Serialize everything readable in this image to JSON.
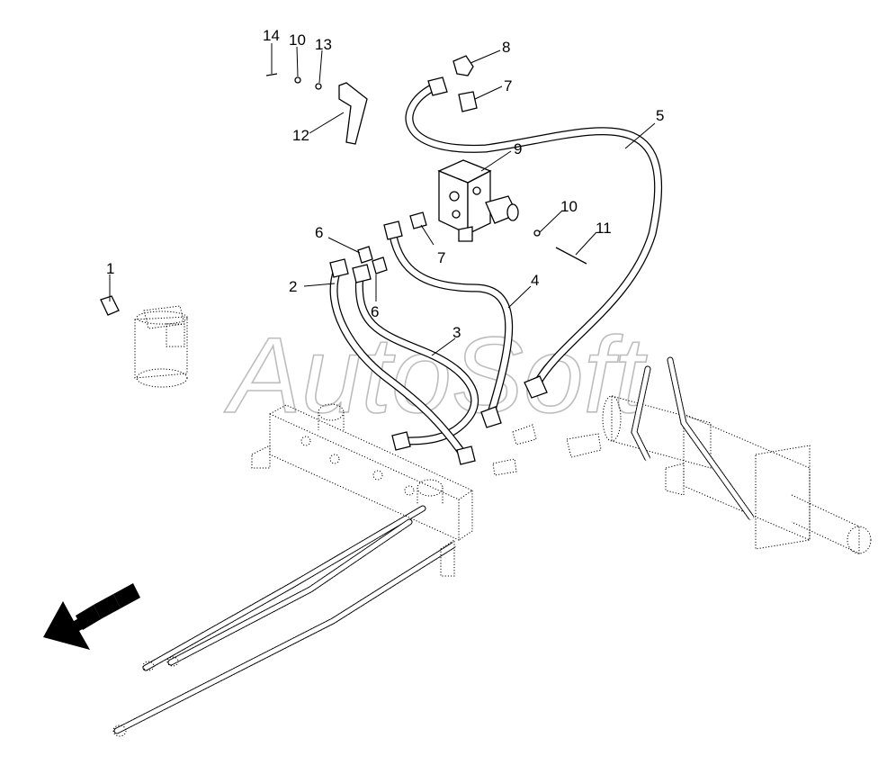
{
  "watermark": "AutoSoft",
  "callouts": [
    {
      "id": "1",
      "text": "1"
    },
    {
      "id": "2",
      "text": "2"
    },
    {
      "id": "3",
      "text": "3"
    },
    {
      "id": "4",
      "text": "4"
    },
    {
      "id": "5",
      "text": "5"
    },
    {
      "id": "6a",
      "text": "6"
    },
    {
      "id": "6b",
      "text": "6"
    },
    {
      "id": "7a",
      "text": "7"
    },
    {
      "id": "7b",
      "text": "7"
    },
    {
      "id": "8",
      "text": "8"
    },
    {
      "id": "9",
      "text": "9"
    },
    {
      "id": "10a",
      "text": "10"
    },
    {
      "id": "10b",
      "text": "10"
    },
    {
      "id": "11",
      "text": "11"
    },
    {
      "id": "12",
      "text": "12"
    },
    {
      "id": "13",
      "text": "13"
    },
    {
      "id": "14",
      "text": "14"
    }
  ],
  "icons": {
    "direction_arrow": "arrow-direction-icon"
  }
}
